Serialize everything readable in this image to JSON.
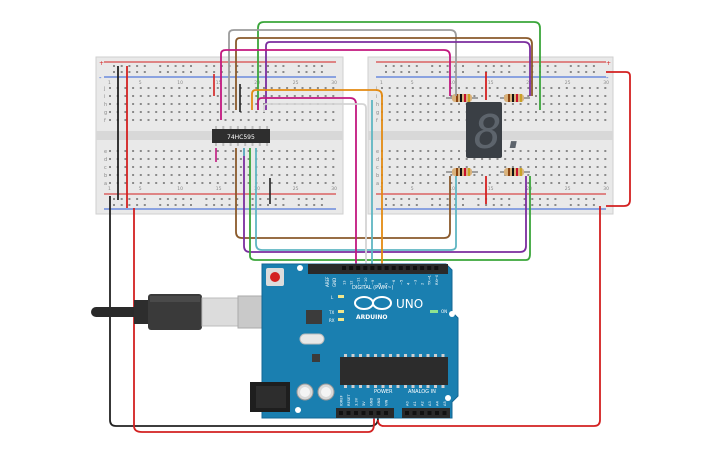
{
  "chip": {
    "label": "74HC595"
  },
  "display": {
    "digit": "8."
  },
  "arduino": {
    "brand": "ARDUINO",
    "model": "UNO",
    "digital_header": "DIGITAL (PWM~)",
    "power_header": "POWER",
    "analog_header": "ANALOG IN",
    "aref": "AREF",
    "gnd": "GND",
    "tx": "TX",
    "rx": "RX",
    "l_led": "L",
    "on_led": "ON",
    "digital_pins": [
      "13",
      "12",
      "~11",
      "~10",
      "~9",
      "8",
      "7",
      "~6",
      "~5",
      "4",
      "~3",
      "2",
      "TX→1",
      "RX←0"
    ],
    "power_pins": [
      "IOREF",
      "RESET",
      "3.3V",
      "5V",
      "GND",
      "GND",
      "VIN"
    ],
    "analog_pins": [
      "A0",
      "A1",
      "A2",
      "A3",
      "A4",
      "A5"
    ]
  },
  "breadboard": {
    "row_letters_top": [
      "j",
      "i",
      "h",
      "g",
      "f"
    ],
    "row_letters_bottom": [
      "e",
      "d",
      "c",
      "b",
      "a"
    ],
    "column_numbers": [
      "1",
      "5",
      "10",
      "15",
      "20",
      "25",
      "30"
    ],
    "rail_plus": "+",
    "rail_minus": "-"
  },
  "colors": {
    "board_blue": "#1a7fb0",
    "wire_red": "#d32020",
    "wire_green": "#3aa63a",
    "wire_purple": "#7b2d9e",
    "wire_brown": "#8a5a2b",
    "wire_magenta": "#c2187f",
    "wire_orange": "#e38a12",
    "wire_cyan": "#5fb6c2",
    "wire_gray": "#9c9c9c",
    "wire_black": "#222222"
  }
}
